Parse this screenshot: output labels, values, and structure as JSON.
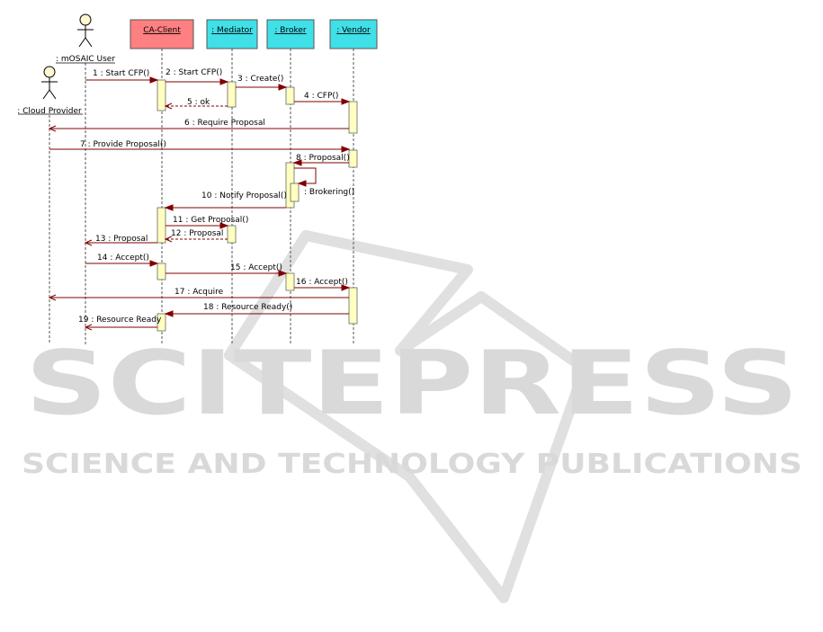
{
  "diagram": {
    "type": "uml-sequence",
    "actors": [
      {
        "id": "mosaic-user",
        "label": ": mOSAIC User"
      },
      {
        "id": "cloud-provider",
        "label": ": Cloud Provider"
      }
    ],
    "objects": [
      {
        "id": "ca-client",
        "label": "CA-Client",
        "color": "#ff8080"
      },
      {
        "id": "mediator",
        "label": ": Mediator",
        "color": "#40e0e8"
      },
      {
        "id": "broker",
        "label": ": Broker",
        "color": "#40e0e8"
      },
      {
        "id": "vendor",
        "label": ": Vendor",
        "color": "#40e0e8"
      }
    ],
    "messages": [
      {
        "id": "m1",
        "label": "1 : Start CFP()",
        "from": "mosaic-user",
        "to": "ca-client"
      },
      {
        "id": "m2",
        "label": "2 : Start CFP()",
        "from": "ca-client",
        "to": "mediator"
      },
      {
        "id": "m3",
        "label": "3 : Create()",
        "from": "mediator",
        "to": "broker"
      },
      {
        "id": "m4",
        "label": "4 : CFP()",
        "from": "broker",
        "to": "vendor"
      },
      {
        "id": "m5",
        "label": "5 : ok",
        "from": "mediator",
        "to": "ca-client",
        "reply": true
      },
      {
        "id": "m6",
        "label": "6 : Require Proposal",
        "from": "vendor",
        "to": "cloud-provider"
      },
      {
        "id": "m7",
        "label": "7 : Provide Proposal()",
        "from": "cloud-provider",
        "to": "vendor"
      },
      {
        "id": "m8",
        "label": "8 : Proposal()",
        "from": "vendor",
        "to": "broker"
      },
      {
        "id": "m9",
        "label": ": Brokering()",
        "from": "broker",
        "to": "broker",
        "self": true
      },
      {
        "id": "m10",
        "label": "10 : Notify Proposal()",
        "from": "broker",
        "to": "ca-client"
      },
      {
        "id": "m11",
        "label": "11 : Get Proposal()",
        "from": "ca-client",
        "to": "mediator"
      },
      {
        "id": "m12",
        "label": "12 : Proposal",
        "from": "mediator",
        "to": "ca-client",
        "reply": true
      },
      {
        "id": "m13",
        "label": "13 : Proposal",
        "from": "ca-client",
        "to": "mosaic-user"
      },
      {
        "id": "m14",
        "label": "14 : Accept()",
        "from": "mosaic-user",
        "to": "ca-client"
      },
      {
        "id": "m15",
        "label": "15 : Accept()",
        "from": "ca-client",
        "to": "broker"
      },
      {
        "id": "m16",
        "label": "16 : Accept()",
        "from": "broker",
        "to": "vendor"
      },
      {
        "id": "m17",
        "label": "17 : Acquire",
        "from": "vendor",
        "to": "cloud-provider"
      },
      {
        "id": "m18",
        "label": "18 : Resource Ready()",
        "from": "vendor",
        "to": "ca-client"
      },
      {
        "id": "m19",
        "label": "19 : Resource Ready",
        "from": "ca-client",
        "to": "mosaic-user"
      }
    ]
  },
  "watermark": {
    "title": "SCITEPRESS",
    "subtitle": "SCIENCE AND TECHNOLOGY PUBLICATIONS"
  },
  "colors": {
    "message_line": "#800000",
    "activation_fill": "#ffffc0",
    "lifeline": "#555555",
    "watermark": "#d9d9d9"
  }
}
